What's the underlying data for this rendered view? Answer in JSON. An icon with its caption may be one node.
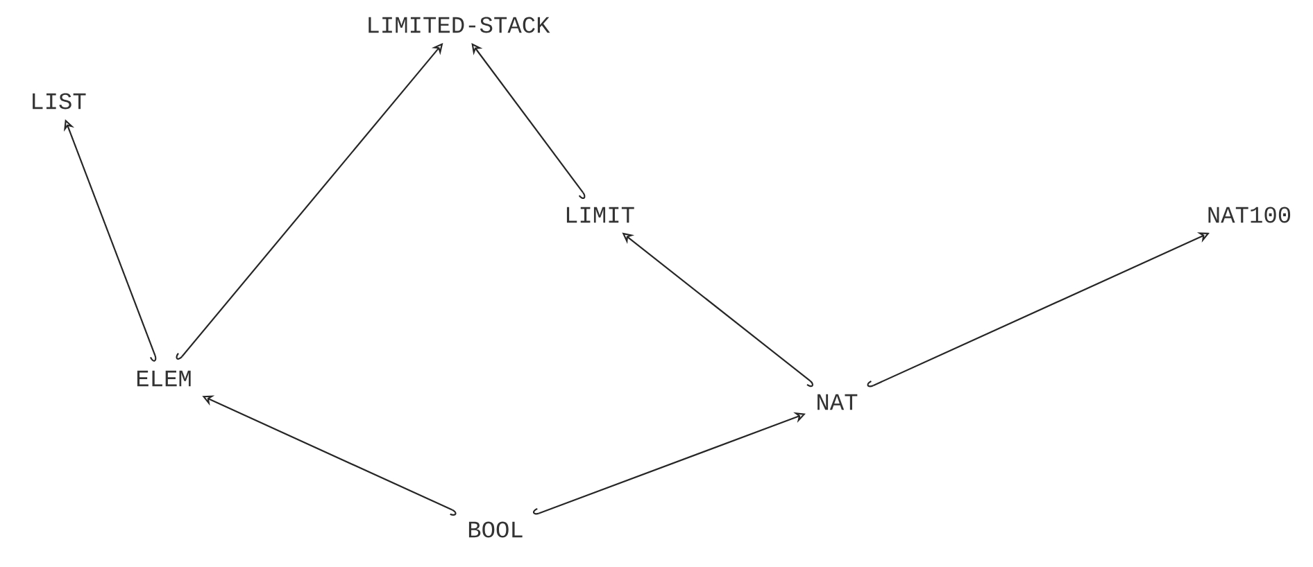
{
  "diagram": {
    "nodes": [
      {
        "text": [
          "LIST"
        ]
      },
      {
        "text": [
          "LIMITED-STACK"
        ]
      },
      {
        "text": [
          "LIMIT"
        ]
      },
      {
        "text": [
          "NAT100"
        ]
      },
      {
        "text": [
          "ELEM"
        ]
      },
      {
        "text": [
          "NAT"
        ]
      },
      {
        "text": [
          "BOOL"
        ]
      }
    ],
    "edges": [
      {
        "from": 4,
        "to": 0,
        "arrow": "to"
      },
      {
        "from": 4,
        "to": 1,
        "arrow": "to"
      },
      {
        "from": 2,
        "to": 1,
        "arrow": "to"
      },
      {
        "from": 5,
        "to": 2,
        "arrow": "to"
      },
      {
        "from": 5,
        "to": 3,
        "arrow": "to"
      },
      {
        "from": 6,
        "to": 4,
        "arrow": "to"
      },
      {
        "from": 6,
        "to": 5,
        "arrow": "to"
      }
    ]
  }
}
